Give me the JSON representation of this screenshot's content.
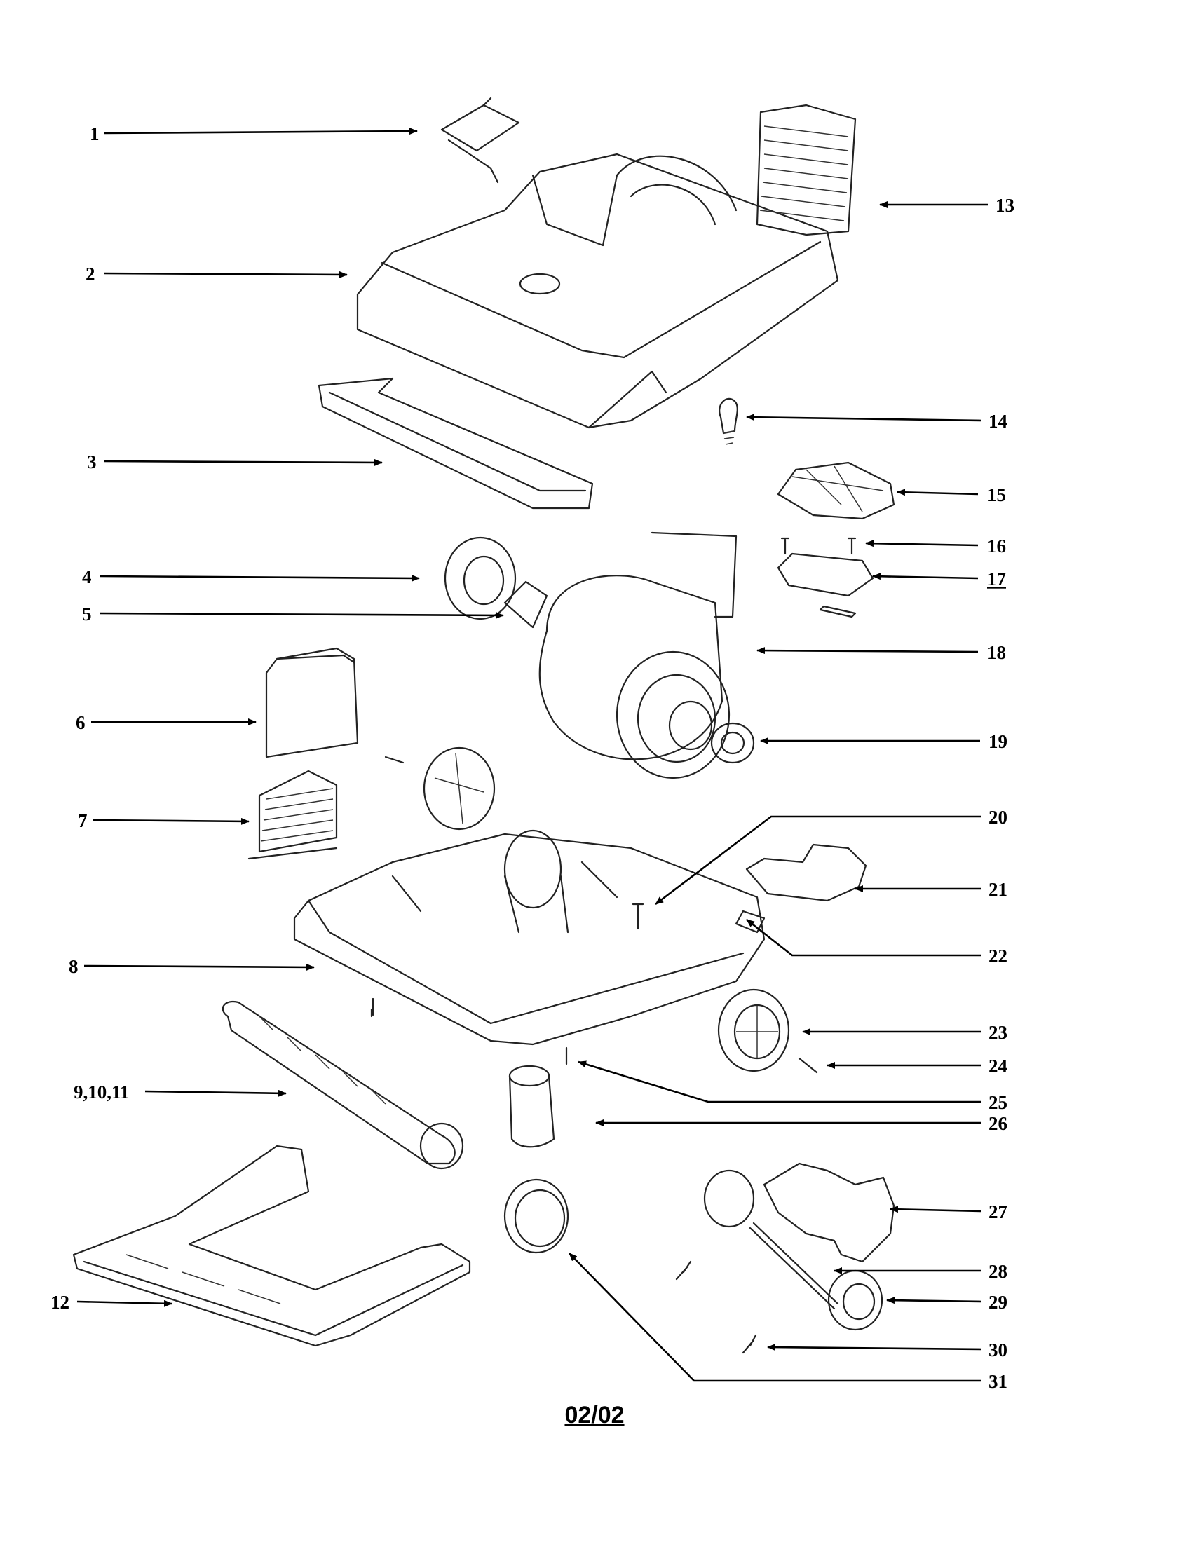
{
  "callouts": [
    {
      "id": "1",
      "label": "1"
    },
    {
      "id": "2",
      "label": "2"
    },
    {
      "id": "3",
      "label": "3"
    },
    {
      "id": "4",
      "label": "4"
    },
    {
      "id": "5",
      "label": "5"
    },
    {
      "id": "6",
      "label": "6"
    },
    {
      "id": "7",
      "label": "7"
    },
    {
      "id": "8",
      "label": "8"
    },
    {
      "id": "9",
      "label": "9,10,11"
    },
    {
      "id": "12",
      "label": "12"
    },
    {
      "id": "13",
      "label": "13"
    },
    {
      "id": "14",
      "label": "14"
    },
    {
      "id": "15",
      "label": "15"
    },
    {
      "id": "16",
      "label": "16"
    },
    {
      "id": "17",
      "label": "17"
    },
    {
      "id": "18",
      "label": "18"
    },
    {
      "id": "19",
      "label": "19"
    },
    {
      "id": "20",
      "label": "20"
    },
    {
      "id": "21",
      "label": "21"
    },
    {
      "id": "22",
      "label": "22"
    },
    {
      "id": "23",
      "label": "23"
    },
    {
      "id": "24",
      "label": "24"
    },
    {
      "id": "25",
      "label": "25"
    },
    {
      "id": "26",
      "label": "26"
    },
    {
      "id": "27",
      "label": "27"
    },
    {
      "id": "28",
      "label": "28"
    },
    {
      "id": "29",
      "label": "29"
    },
    {
      "id": "30",
      "label": "30"
    },
    {
      "id": "31",
      "label": "31"
    }
  ],
  "page_number": "02/02"
}
